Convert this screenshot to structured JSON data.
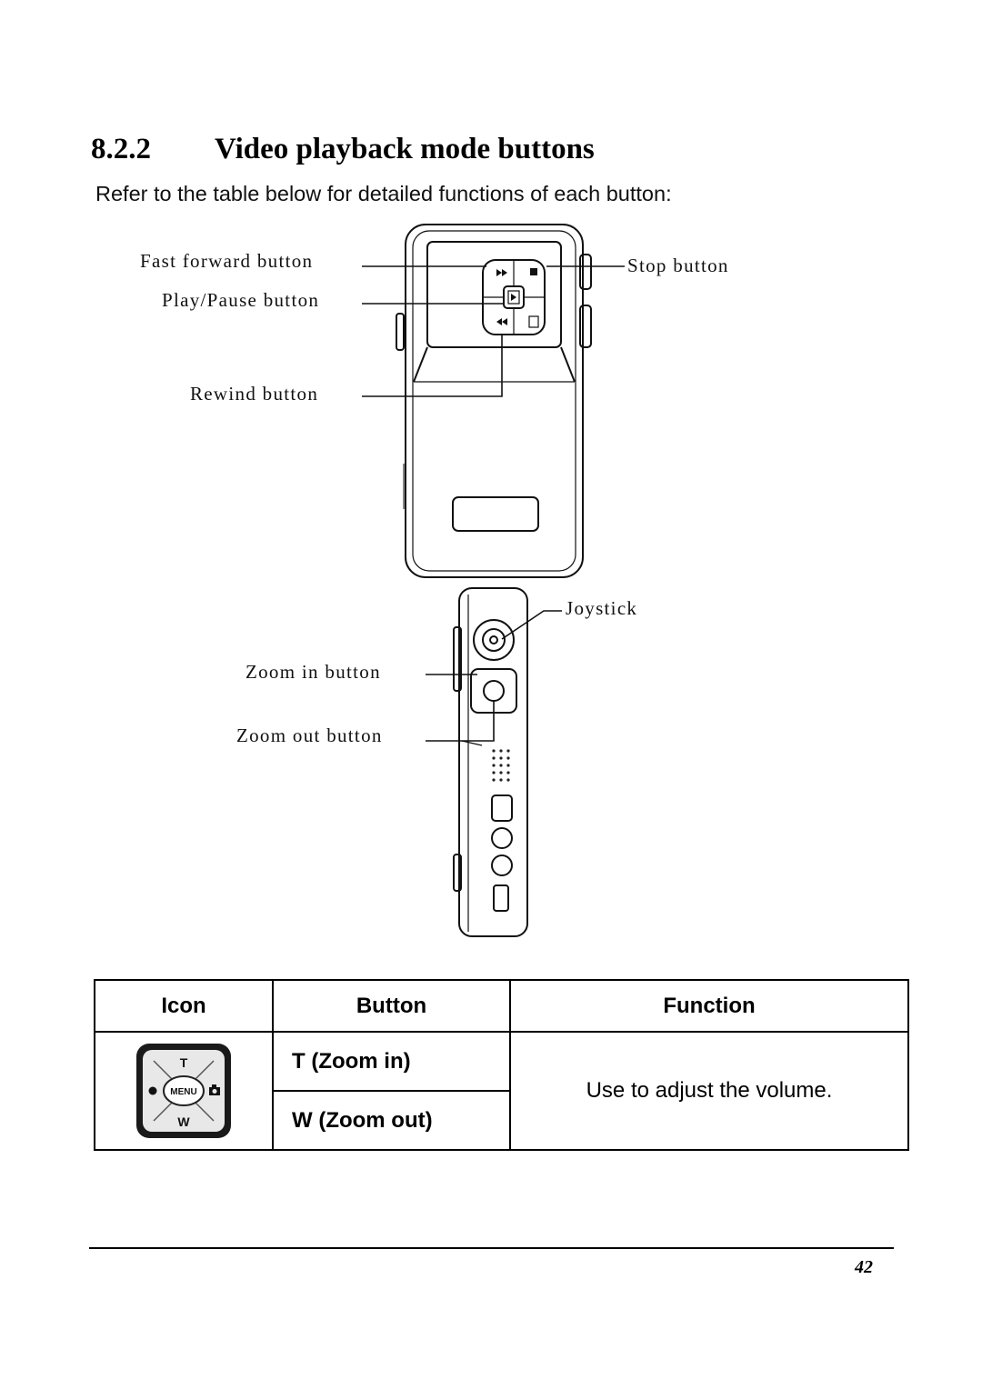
{
  "heading": {
    "number": "8.2.2",
    "title": "Video playback mode buttons"
  },
  "intro": "Refer to the table below for detailed functions of each button:",
  "figure": {
    "labels": {
      "fast_forward": "Fast forward button",
      "play_pause": "Play/Pause button",
      "rewind": "Rewind button",
      "stop": "Stop button",
      "joystick": "Joystick",
      "zoom_in": "Zoom in button",
      "zoom_out": "Zoom out button"
    },
    "control_pad_text": {
      "top": "T",
      "center": "MENU",
      "bottom": "W"
    }
  },
  "table": {
    "headers": [
      "Icon",
      "Button",
      "Function"
    ],
    "rows": [
      {
        "buttons": [
          "T (Zoom in)",
          "W (Zoom out)"
        ],
        "function": "Use to adjust the volume."
      }
    ]
  },
  "page_number": "42"
}
